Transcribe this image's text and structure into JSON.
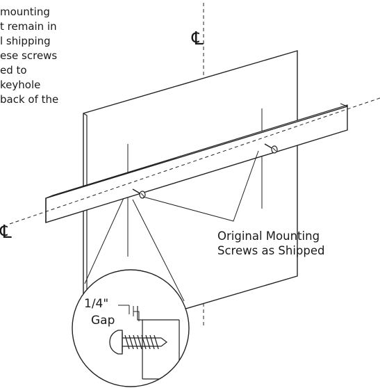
{
  "intro_lines": [
    "mounting",
    "t remain in",
    "l shipping",
    "ese screws",
    "ed to",
    "keyhole",
    "back of the"
  ],
  "centerline_symbol": "℄",
  "callout": {
    "line1": "Original Mounting",
    "line2": "Screws as Shipped"
  },
  "gap": {
    "measure": "1/4\"",
    "label": "Gap"
  }
}
